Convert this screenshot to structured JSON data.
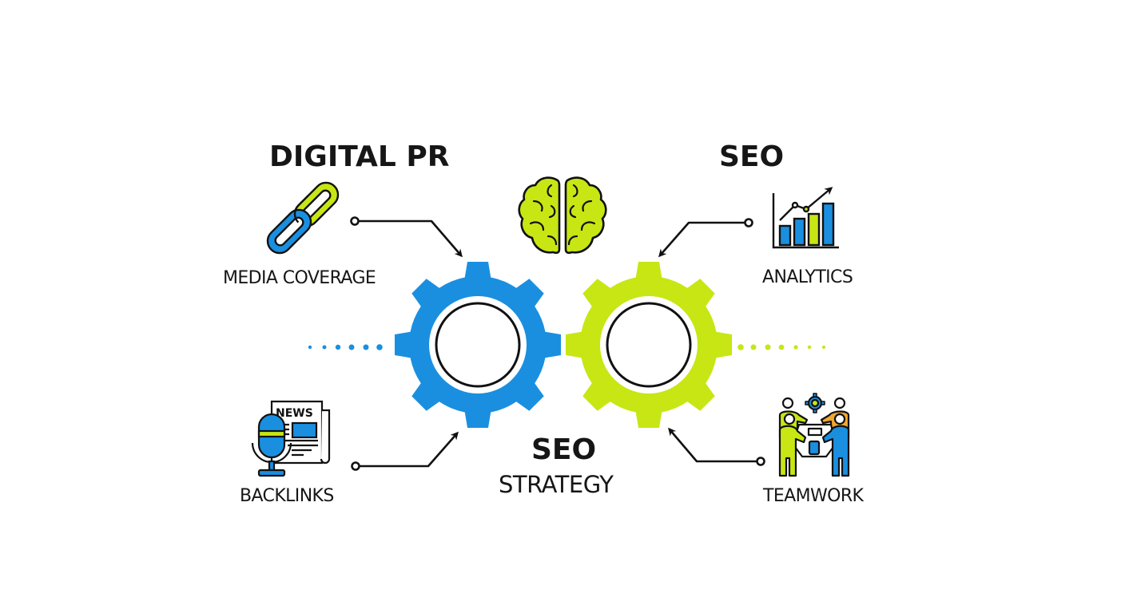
{
  "diagram": {
    "left_heading": "DIGITAL PR",
    "right_heading": "SEO",
    "center_title": "SEO",
    "center_subtitle": "STRATEGY",
    "nodes": [
      {
        "id": "media-coverage",
        "label": "MEDIA COVERAGE",
        "icon": "chain-link-icon",
        "side": "left",
        "position": "top"
      },
      {
        "id": "backlinks",
        "label": "BACKLINKS",
        "icon": "news-microphone-icon",
        "side": "left",
        "position": "bottom"
      },
      {
        "id": "analytics",
        "label": "ANALYTICS",
        "icon": "bar-chart-icon",
        "side": "right",
        "position": "top"
      },
      {
        "id": "teamwork",
        "label": "TEAMWORK",
        "icon": "team-collaboration-icon",
        "side": "right",
        "position": "bottom"
      }
    ],
    "center_icon": "brain-icon",
    "gears": [
      {
        "id": "digital-pr-gear",
        "color": "#1a8fe0"
      },
      {
        "id": "seo-gear",
        "color": "#c8e614"
      }
    ],
    "connectors": [
      {
        "from": "media-coverage",
        "to": "digital-pr-gear"
      },
      {
        "from": "backlinks",
        "to": "digital-pr-gear"
      },
      {
        "from": "analytics",
        "to": "seo-gear"
      },
      {
        "from": "teamwork",
        "to": "seo-gear"
      }
    ]
  },
  "colors": {
    "blue": "#1a8fe0",
    "green": "#c8e614",
    "orange": "#f0a830",
    "outline": "#111111",
    "text": "#161616"
  }
}
